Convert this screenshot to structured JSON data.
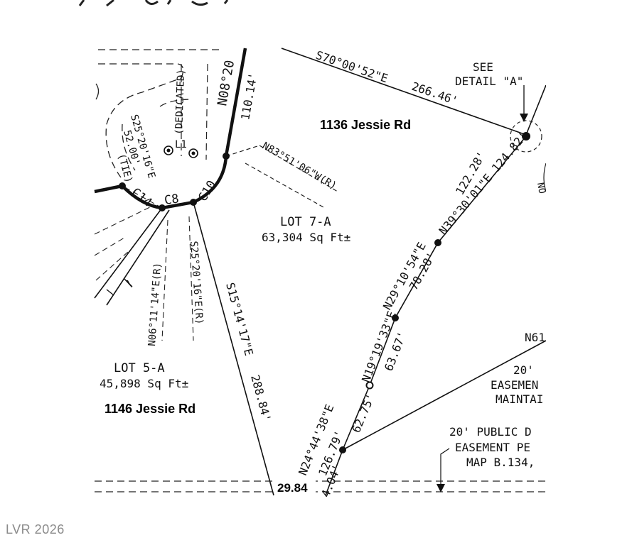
{
  "watermark": "LVR 2026",
  "addresses": {
    "top": "1136 Jessie Rd",
    "bottom": "1146 Jessie Rd"
  },
  "lots": {
    "lot7": {
      "name": "LOT 7-A",
      "area": "63,304 Sq Ft±"
    },
    "lot5": {
      "name": "LOT 5-A",
      "area": "45,898 Sq Ft±"
    }
  },
  "detail_note": {
    "line1": "SEE",
    "line2": "DETAIL \"A\""
  },
  "bearings": {
    "top_line": "S70°00'52\"E",
    "top_dist": "266.46'",
    "n08": "N08°20",
    "n08_dist": "110.14'",
    "n83": "N83°51'06\"W(R)",
    "dedicated": "(DEDICATED)",
    "s25_tie": "S25°20'16\"E",
    "s25_tie_dist": "52.00'",
    "tie": "(TIE)",
    "l1": "L1",
    "c14": "C14",
    "c8": "C8",
    "c10": "C10",
    "n06": "N06°11'14\"E(R)",
    "s25_r": "S25°20'16\"E(R)",
    "s15": "S15°14'17\"E",
    "s15_dist": "288.84'",
    "n39": "N39°30'01\"E 124.82'",
    "d122": "122.28'",
    "n29": "N29°10'54\"E",
    "d78": "78.28'",
    "n19": "N19°19'33\"E",
    "d63_67": "63.67'",
    "d62_75": "62.75'",
    "n24": "N24°44'38\"E",
    "d126": "126.79'",
    "d4_04": "4.04'",
    "d29_84": "29.84",
    "n61": "N61",
    "no_cut": "NO"
  },
  "easements": {
    "right_20": "20'",
    "easement": "EASEMEN",
    "maint": "MAINTAI",
    "public1": "20' PUBLIC D",
    "public2": "EASEMENT PE",
    "public3": "MAP B.134,"
  }
}
